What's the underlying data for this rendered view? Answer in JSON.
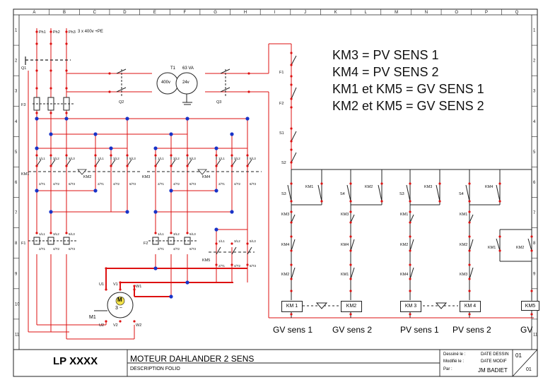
{
  "grid": {
    "columns": [
      "A",
      "B",
      "C",
      "D",
      "E",
      "F",
      "G",
      "H",
      "I",
      "J",
      "K",
      "L",
      "M",
      "N",
      "O",
      "P",
      "Q"
    ],
    "rows": [
      "1",
      "2",
      "3",
      "4",
      "5",
      "6",
      "7",
      "8",
      "9",
      "10",
      "11"
    ]
  },
  "legend": [
    "KM3 = PV SENS 1",
    "KM4 = PV SENS 2",
    "KM1 et KM5 = GV SENS 1",
    "KM2 et KM5 = GV SENS 2"
  ],
  "supply": {
    "phases": [
      "Ph1",
      "Ph2",
      "Ph3"
    ],
    "spec": "3 x 400v +PE",
    "q1": "Q1",
    "f3": "F3",
    "q2": "Q2",
    "q3": "Q3",
    "transformer": {
      "name": "T1",
      "power": "63 VA",
      "primary": "400v",
      "secondary": "24v"
    }
  },
  "terminals": {
    "contactor_top": [
      "1/L1",
      "3/L2",
      "5/L3"
    ],
    "contactor_bottom": [
      "2/T1",
      "4/T2",
      "6/T3"
    ]
  },
  "power": {
    "km1": "KM1",
    "km2": "KM2",
    "km3": "KM3",
    "km4": "KM4",
    "km5": "KM5",
    "f1_relay": "F1",
    "f2_relay": "F2",
    "motor": {
      "name": "M1",
      "symbol": "M",
      "phases": "3 ~",
      "top": [
        "U1",
        "V1",
        "W1"
      ],
      "bottom": [
        "U2",
        "V2",
        "W2"
      ]
    }
  },
  "control": {
    "fuses": [
      "F1",
      "F2"
    ],
    "buttons": [
      "S1",
      "S2",
      "S3",
      "S4",
      "S3",
      "S4"
    ],
    "coils": [
      "KM 1",
      "KM2",
      "KM 3",
      "KM 4",
      "KM5"
    ],
    "captions": [
      "GV sens 1",
      "GV sens 2",
      "PV sens 1",
      "PV sens 2",
      "GV"
    ]
  },
  "title_block": {
    "project": "LP XXXX",
    "title": "MOTEUR DAHLANDER 2 SENS",
    "subtitle": "DESCRIPTION FOLIO",
    "drawn_label": "Dessiné le :",
    "modified_label": "Modifié le :",
    "by_label": "Par :",
    "date_drawn": "DATE DESSIN",
    "date_modified": "DATE MODIF",
    "author": "JM BADIET",
    "folio": "01",
    "folio_total": "01"
  }
}
